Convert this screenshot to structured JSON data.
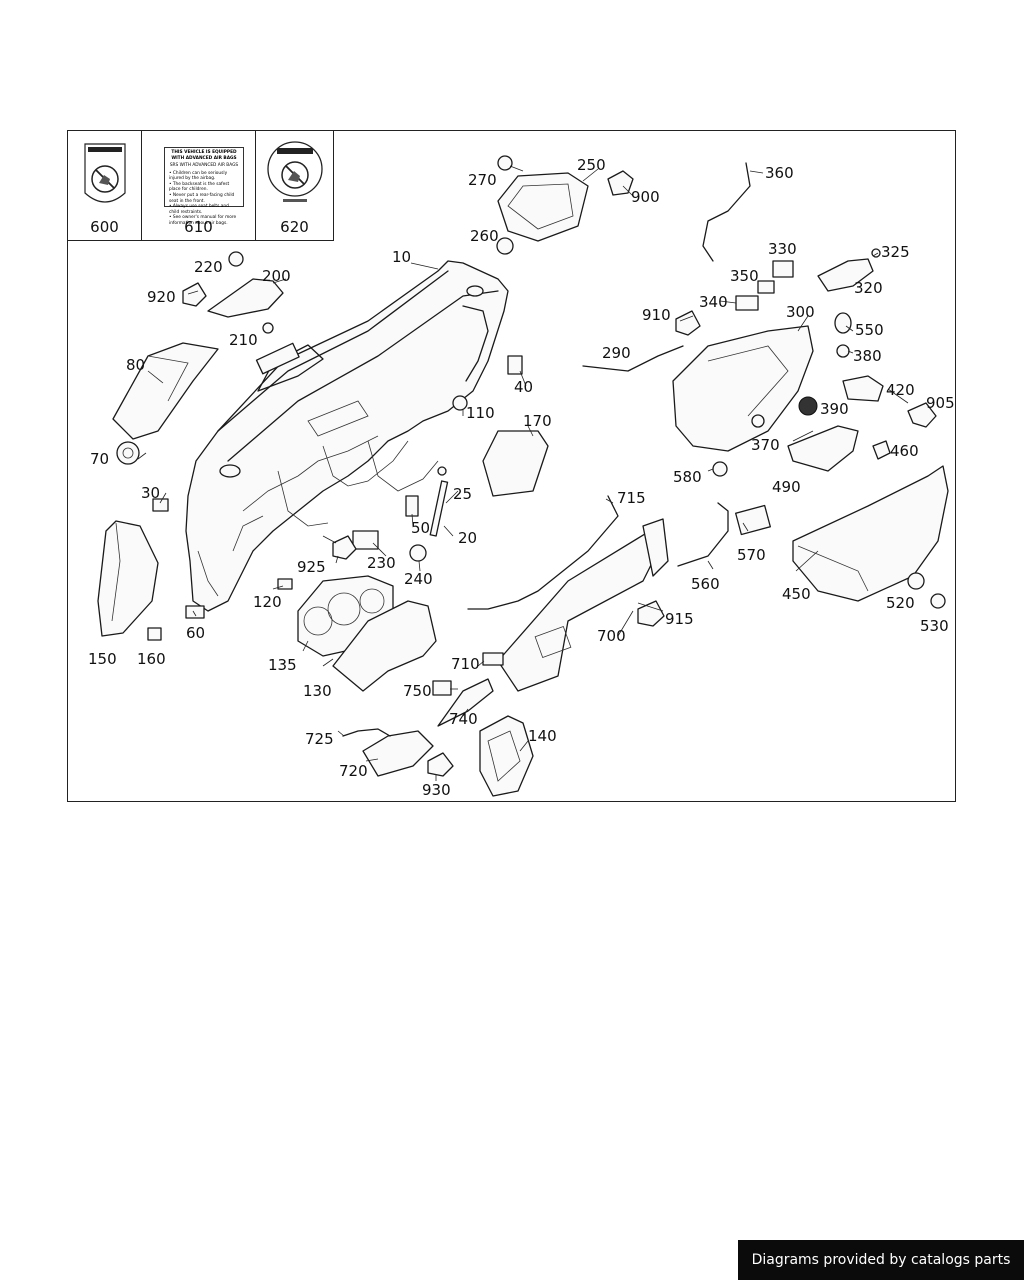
{
  "footer": {
    "credit": "Diagrams provided by catalogs parts"
  },
  "warning_labels": [
    {
      "number": "600"
    },
    {
      "number": "610",
      "title": "THIS VEHICLE IS EQUIPPED WITH ADVANCED AIR BAGS",
      "subtitle": "SRS WITH ADVANCED AIR BAGS",
      "lines": [
        "• Children can be seriously injured by the airbag.",
        "• The backseat is the safest place for children.",
        "• Never put a rear-facing child seat in the front.",
        "• Always use seat belts and child restraints.",
        "• See owner's manual for more information about air bags."
      ]
    },
    {
      "number": "620"
    }
  ],
  "callouts": [
    "10",
    "20",
    "25",
    "30",
    "40",
    "50",
    "60",
    "70",
    "80",
    "110",
    "120",
    "130",
    "135",
    "140",
    "150",
    "160",
    "170",
    "200",
    "210",
    "220",
    "230",
    "240",
    "250",
    "260",
    "270",
    "290",
    "300",
    "320",
    "325",
    "330",
    "340",
    "350",
    "360",
    "370",
    "380",
    "390",
    "420",
    "450",
    "460",
    "490",
    "520",
    "530",
    "550",
    "560",
    "570",
    "580",
    "700",
    "710",
    "715",
    "720",
    "725",
    "740",
    "750",
    "900",
    "905",
    "910",
    "915",
    "920",
    "925",
    "930"
  ]
}
